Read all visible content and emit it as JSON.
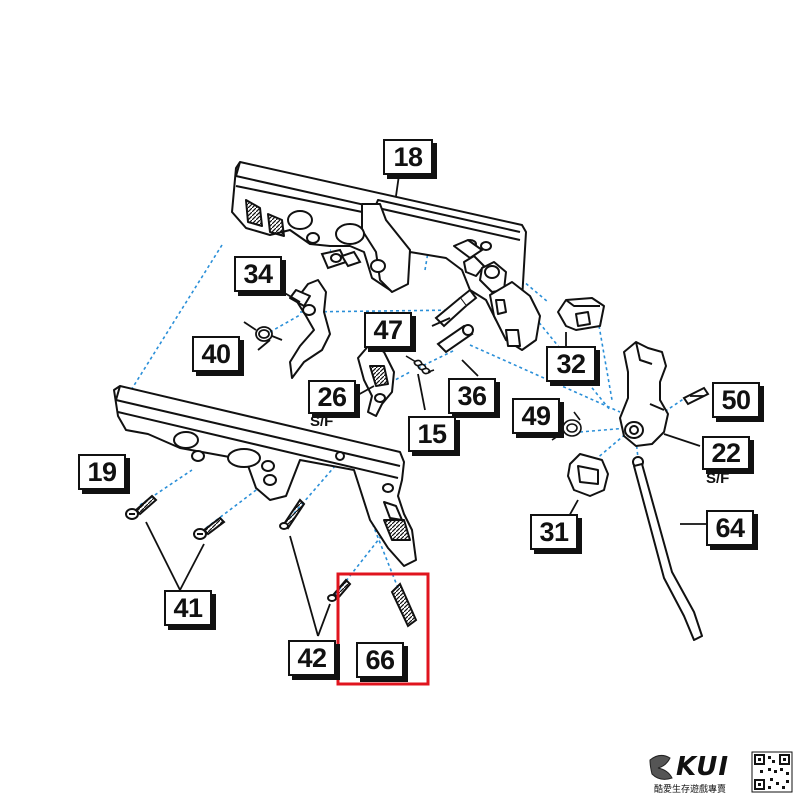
{
  "callouts": {
    "p18": "18",
    "p34": "34",
    "p40": "40",
    "p47": "47",
    "p32": "32",
    "p26": "26",
    "p15": "15",
    "p36": "36",
    "p49": "49",
    "p50": "50",
    "p22": "22",
    "p19": "19",
    "p31": "31",
    "p64": "64",
    "p41": "41",
    "p42": "42",
    "p66": "66"
  },
  "sub_labels": {
    "sf26": "S/F",
    "sf22": "S/F"
  },
  "brand": {
    "name": "KUI",
    "tagline": "酷愛生存遊戲專賣"
  },
  "colors": {
    "leader_line": "#2a8fd8",
    "highlight": "#e0141e",
    "ink": "#111111"
  },
  "highlighted_part": "66"
}
